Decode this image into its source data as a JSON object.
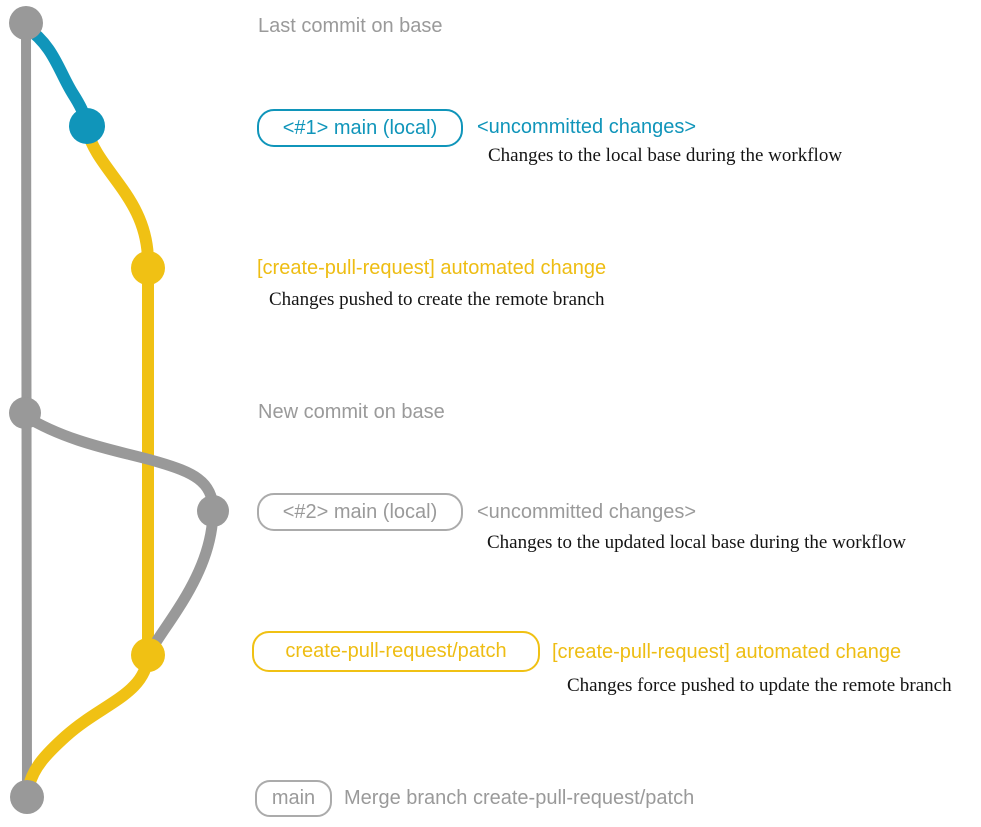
{
  "diagram_title": "create-pull-request workflow git graph",
  "colors": {
    "base_branch_gray": "#999999",
    "local_main_blue": "#1095ba",
    "patch_branch_yellow": "#f0c114",
    "annotation_text_black": "#141414",
    "muted_label_gray": "#9a9a9a"
  },
  "graph": {
    "branches": [
      {
        "name": "base",
        "color": "#999999"
      },
      {
        "name": "main (local)",
        "color": "#1095ba"
      },
      {
        "name": "create-pull-request/patch",
        "color": "#f0c114"
      }
    ],
    "commits": [
      {
        "id": "base-tip",
        "branch": "base",
        "label": "Last commit on base"
      },
      {
        "id": "local-1",
        "branch": "main (local)",
        "label": "<#1> main (local) <uncommitted changes>"
      },
      {
        "id": "patch-1",
        "branch": "create-pull-request/patch",
        "label": "[create-pull-request] automated change"
      },
      {
        "id": "base-new",
        "branch": "base",
        "label": "New commit on base"
      },
      {
        "id": "local-2",
        "branch": "main (local)",
        "label": "<#2> main (local) <uncommitted changes>"
      },
      {
        "id": "patch-2",
        "branch": "create-pull-request/patch",
        "label": "[create-pull-request] automated change"
      },
      {
        "id": "merge",
        "branch": "base",
        "label": "Merge branch create-pull-request/patch"
      }
    ]
  },
  "labels": {
    "last_commit": "Last commit on base",
    "branch1_tag": "<#1> main (local)",
    "uncommitted1": "<uncommitted changes>",
    "uncommitted1_desc": "Changes to the local base during the workflow",
    "auto_change1": "[create-pull-request] automated change",
    "auto_change1_desc": "Changes pushed to create the remote branch",
    "new_commit": "New commit on base",
    "branch2_tag": "<#2> main (local)",
    "uncommitted2": "<uncommitted changes>",
    "uncommitted2_desc": "Changes to the updated local base during the workflow",
    "patch_tag": "create-pull-request/patch",
    "auto_change2": "[create-pull-request] automated change",
    "auto_change2_desc": "Changes force pushed to update the remote branch",
    "main_tag": "main",
    "merge_message": "Merge branch create-pull-request/patch"
  }
}
